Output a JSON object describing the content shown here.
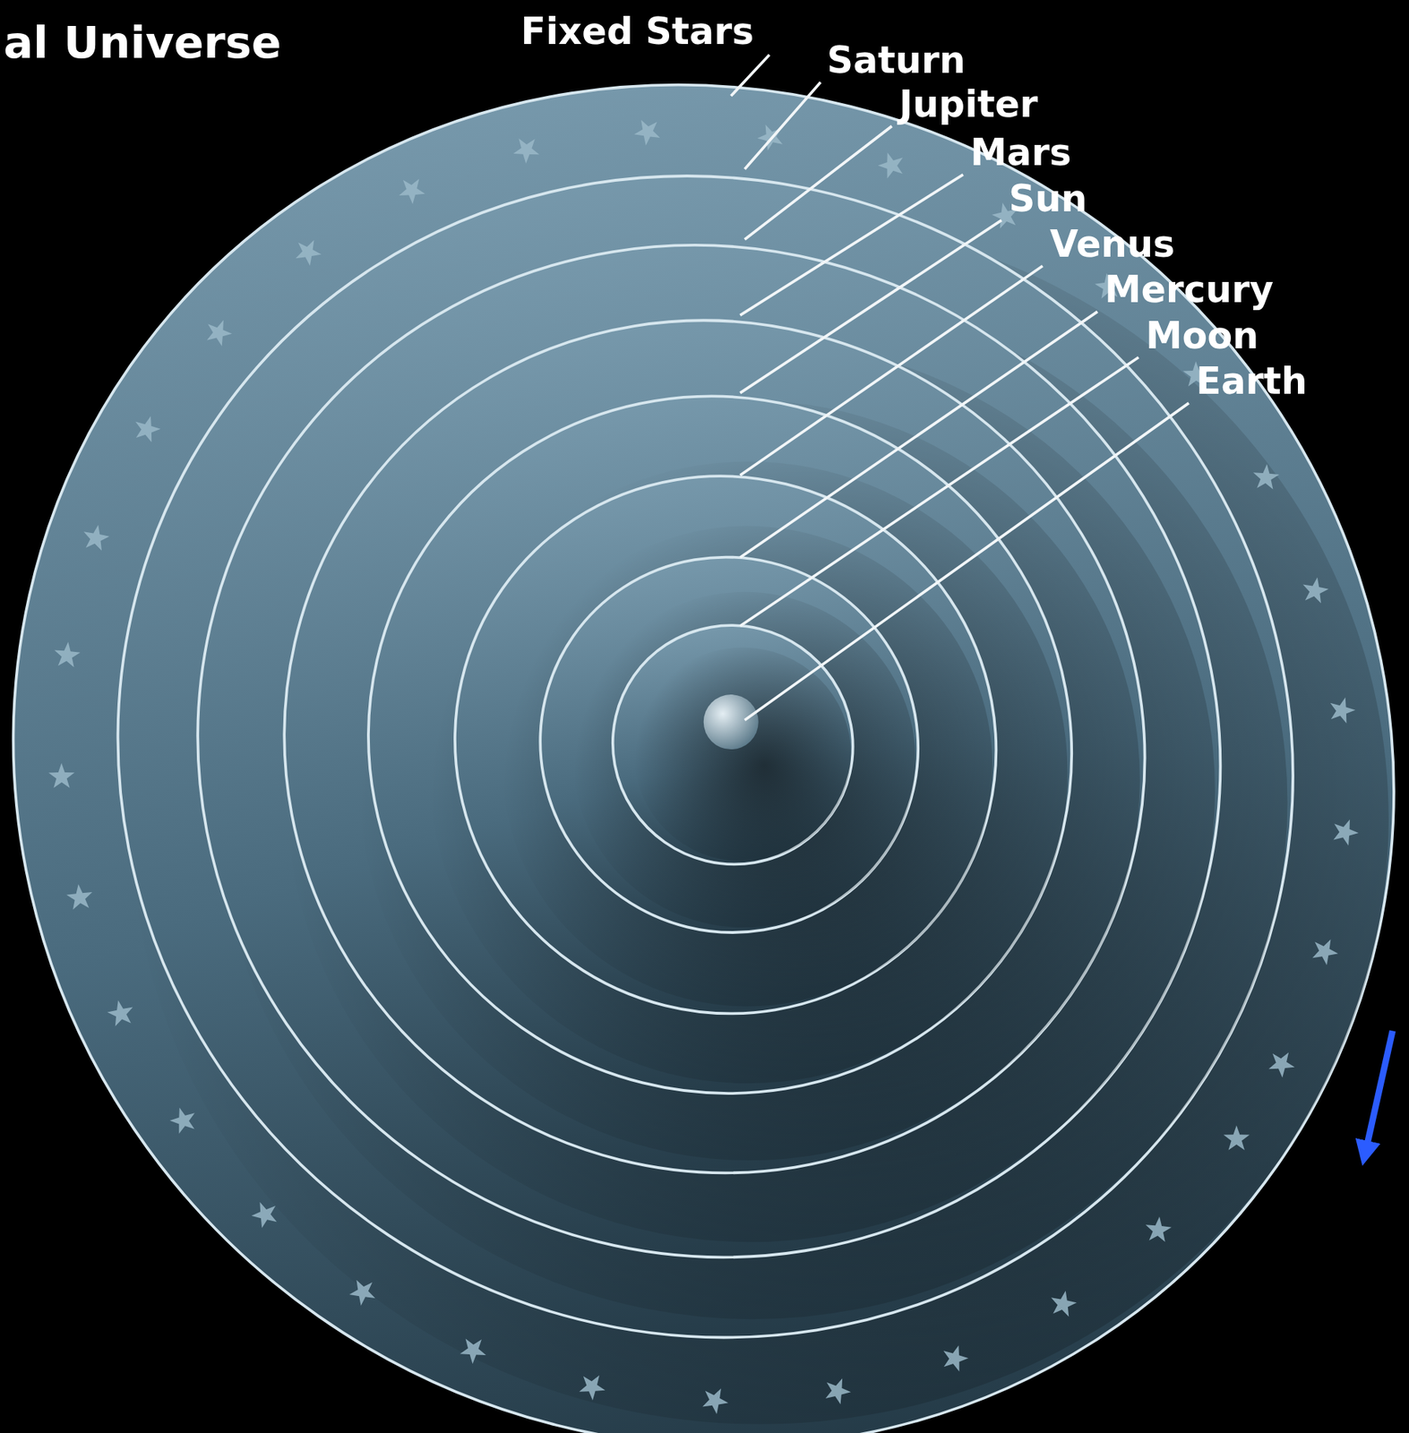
{
  "diagram": {
    "title": "al Universe",
    "labels": [
      "Fixed Stars",
      "Saturn",
      "Jupiter",
      "Mars",
      "Sun",
      "Venus",
      "Mercury",
      "Moon",
      "Earth"
    ]
  }
}
